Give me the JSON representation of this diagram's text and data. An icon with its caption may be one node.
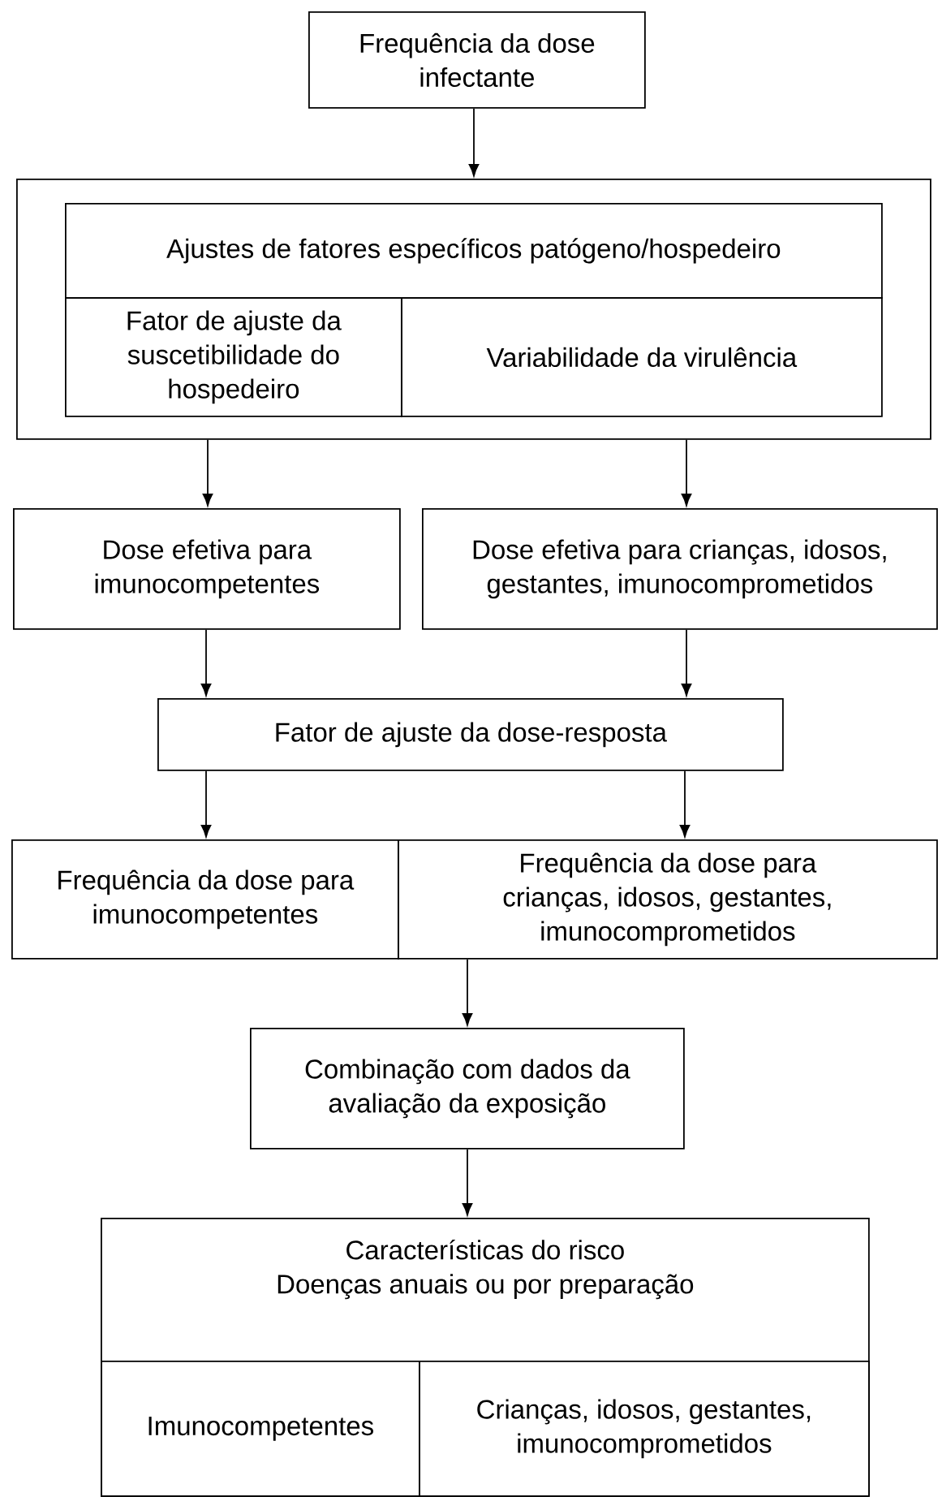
{
  "diagram": {
    "nodes": [
      {
        "text": [
          "Frequência da dose infectante"
        ]
      },
      {
        "text": [],
        "shape": "box"
      },
      {
        "text": [
          "Ajustes de fatores específicos patógeno/hospedeiro"
        ],
        "in": 1
      },
      {
        "text": [
          "Fator de ajuste da suscetibilidade do hospedeiro"
        ],
        "in": 1
      },
      {
        "text": [
          "Variabilidade da virulência"
        ],
        "in": 1
      },
      {
        "text": [
          "Dose efetiva para imunocompetentes"
        ]
      },
      {
        "text": [
          "Dose efetiva para crianças, idosos, gestantes, imunocomprometidos"
        ]
      },
      {
        "text": [
          "Fator de ajuste da dose-resposta"
        ]
      },
      {
        "text": [
          "Frequência da dose para imunocompetentes"
        ]
      },
      {
        "text": [
          "Frequência da dose para crianças, idosos, gestantes, imunocomprometidos"
        ]
      },
      {
        "text": [
          "Combinação com dados da avaliação da exposição"
        ]
      },
      {
        "text": [
          "Características do risco",
          "Doenças anuais ou por preparação"
        ]
      },
      {
        "text": [
          "Imunocompetentes"
        ],
        "in": 11
      },
      {
        "text": [
          "Crianças, idosos, gestantes, imunocomprometidos"
        ],
        "in": 11
      }
    ],
    "edges": [
      {
        "from": 0,
        "to": 1,
        "arrow": "to"
      },
      {
        "from": 1,
        "to": 5,
        "arrow": "to"
      },
      {
        "from": 1,
        "to": 6,
        "arrow": "to"
      },
      {
        "from": 5,
        "to": 7,
        "arrow": "to"
      },
      {
        "from": 6,
        "to": 7,
        "arrow": "to"
      },
      {
        "from": 7,
        "to": 8,
        "arrow": "to"
      },
      {
        "from": 7,
        "to": 9,
        "arrow": "to"
      },
      {
        "from": 9,
        "to": 10,
        "arrow": "to"
      },
      {
        "from": 10,
        "to": 11,
        "arrow": "to"
      }
    ]
  }
}
